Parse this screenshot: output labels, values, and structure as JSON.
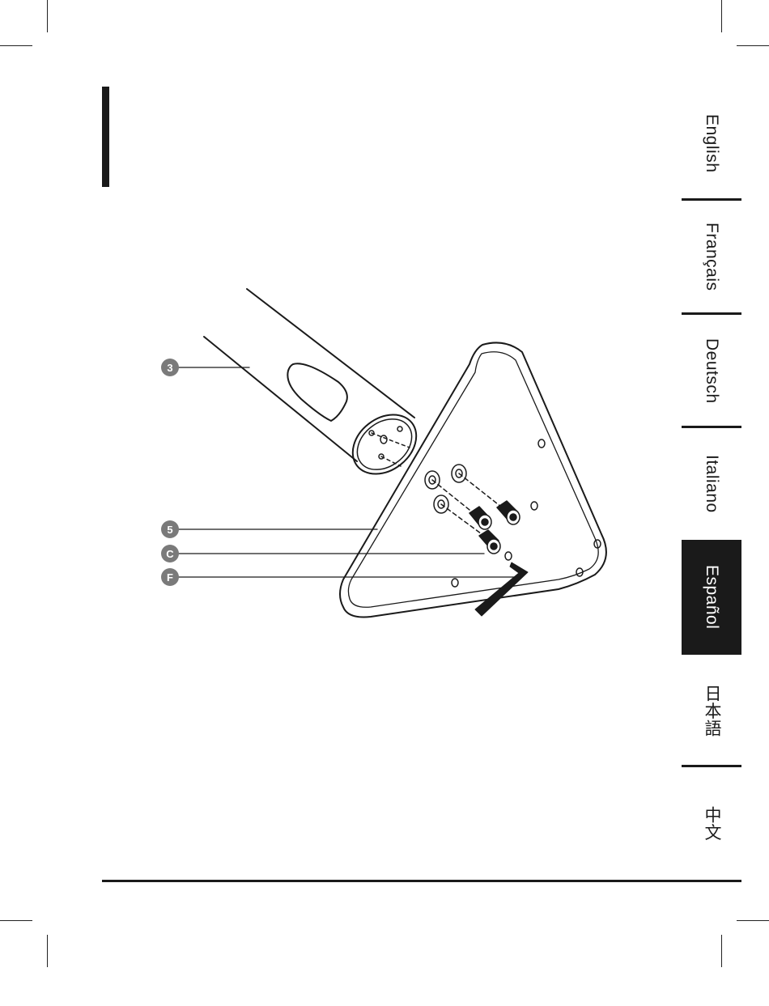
{
  "languages": [
    {
      "label": "English",
      "active": false
    },
    {
      "label": "Français",
      "active": false
    },
    {
      "label": "Deutsch",
      "active": false
    },
    {
      "label": "Italiano",
      "active": false
    },
    {
      "label": "Español",
      "active": true
    },
    {
      "label": "日本語",
      "active": false
    },
    {
      "label": "中文",
      "active": false
    }
  ],
  "callouts": {
    "c1": "3",
    "c2": "5",
    "c3": "C",
    "c4": "F"
  },
  "colors": {
    "ink": "#1a1a1a",
    "callout_fill": "#7a7a7a",
    "active_tab_bg": "#1a1a1a",
    "active_tab_text": "#ffffff"
  }
}
